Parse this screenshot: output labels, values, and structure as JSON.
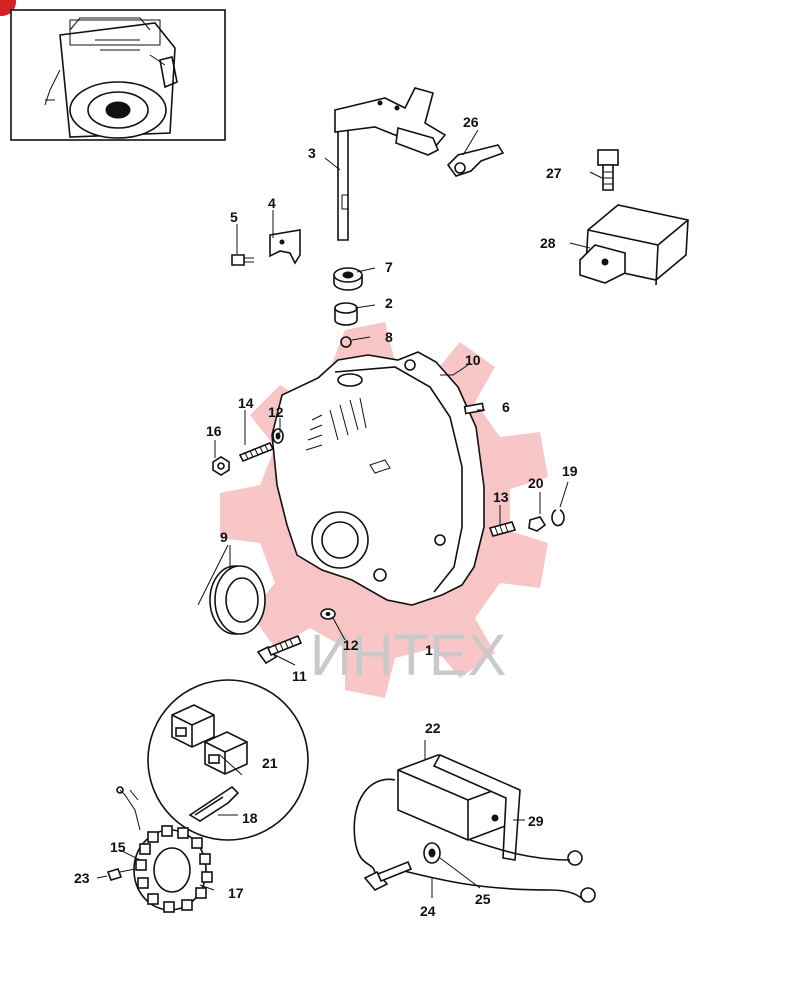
{
  "figure": {
    "watermark_text": "ИНТЕХ",
    "watermark_color": "#e8343a",
    "corner_badge_color": "#d42027"
  },
  "callouts": {
    "n1": "1",
    "n2": "2",
    "n3": "3",
    "n4": "4",
    "n5": "5",
    "n6": "6",
    "n7": "7",
    "n8": "8",
    "n9": "9",
    "n10": "10",
    "n11": "11",
    "n12a": "12",
    "n12b": "12",
    "n13": "13",
    "n14": "14",
    "n15": "15",
    "n16": "16",
    "n17": "17",
    "n18": "18",
    "n19": "19",
    "n20": "20",
    "n21": "21",
    "n22": "22",
    "n23": "23",
    "n24": "24",
    "n25": "25",
    "n26": "26",
    "n27": "27",
    "n28": "28",
    "n29": "29"
  }
}
